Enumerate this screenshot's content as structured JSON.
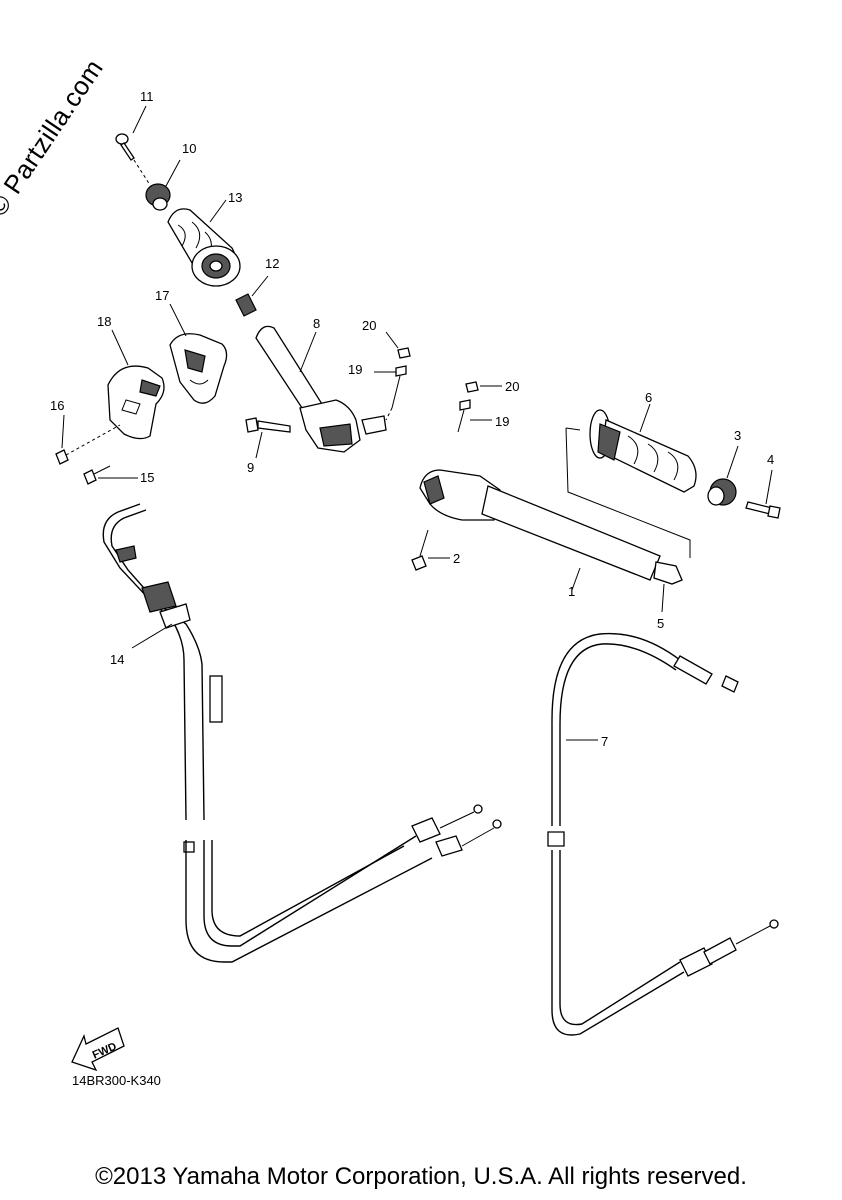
{
  "watermark": "© Partzilla.com",
  "drawing_code": "14BR300-K340",
  "fwd_label": "FWD",
  "copyright": "©2013 Yamaha Motor Corporation, U.S.A. All rights reserved.",
  "callouts": {
    "c1": "1",
    "c2": "2",
    "c3": "3",
    "c4": "4",
    "c5": "5",
    "c6": "6",
    "c7": "7",
    "c8": "8",
    "c9": "9",
    "c10": "10",
    "c11": "11",
    "c12": "12",
    "c13": "13",
    "c14": "14",
    "c15": "15",
    "c16": "16",
    "c17": "17",
    "c18": "18",
    "c19a": "19",
    "c19b": "19",
    "c20a": "20",
    "c20b": "20"
  }
}
